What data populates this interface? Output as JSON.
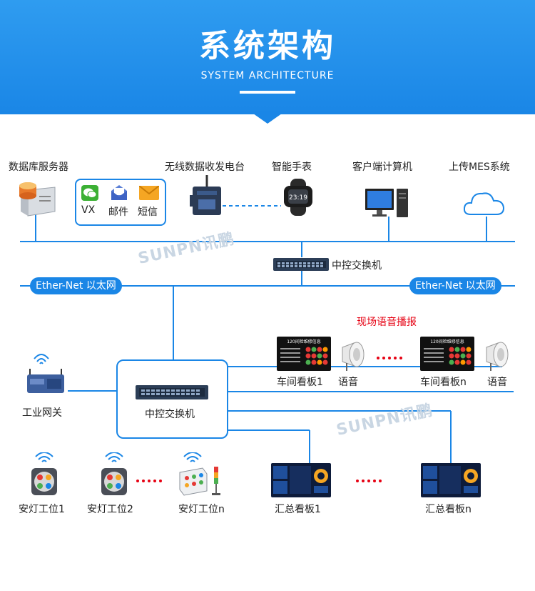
{
  "header": {
    "title": "系统架构",
    "subtitle": "SYSTEM ARCHITECTURE"
  },
  "top_devices": {
    "db_server": "数据库服务器",
    "wireless_station": "无线数据收发电台",
    "smart_watch": "智能手表",
    "client_pc": "客户端计算机",
    "mes_upload": "上传MES系统"
  },
  "messages": {
    "vx": "VX",
    "mail": "邮件",
    "sms": "短信"
  },
  "network": {
    "core_switch": "中控交换机",
    "ether_left": "Ether-Net 以太网",
    "ether_right": "Ether-Net 以太网",
    "voice_broadcast": "现场语音播报"
  },
  "middle": {
    "gateway": "工业网关",
    "switch": "中控交换机",
    "board1": "车间看板1",
    "boardn": "车间看板n",
    "voice1": "语音",
    "voicen": "语音",
    "board_screen_title": "120间检维修信息"
  },
  "bottom": {
    "lamp1": "安灯工位1",
    "lamp2": "安灯工位2",
    "lampn": "安灯工位n",
    "summary1": "汇总看板1",
    "summaryn": "汇总看板n"
  },
  "watermark": "SUNPN讯鹏",
  "watch_time": "23:19",
  "colors": {
    "accent": "#1a86e6",
    "dots": "#e60012",
    "line": "#1a86e6"
  }
}
